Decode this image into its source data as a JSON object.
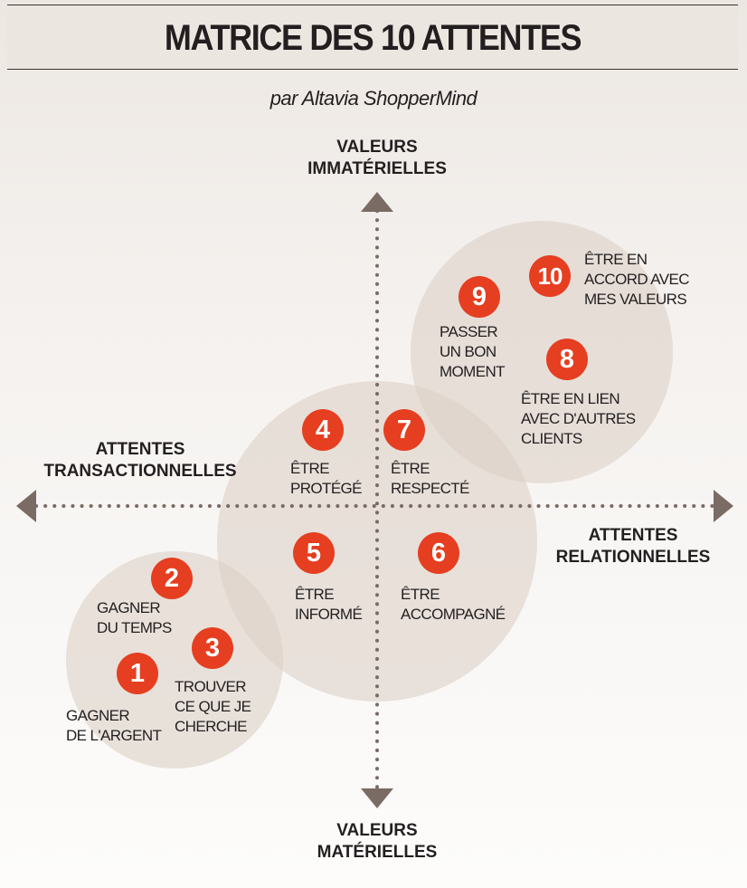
{
  "title": "MATRICE DES 10 ATTENTES",
  "subtitle": "par Altavia ShopperMind",
  "axes": {
    "top": "VALEURS\nIMMATÉRIELLES",
    "bottom": "VALEURS\nMATÉRIELLES",
    "left": "ATTENTES\nTRANSACTIONNELLES",
    "right": "ATTENTES\nRELATIONNELLES"
  },
  "items": [
    {
      "number": "1",
      "label": "GAGNER\nDE L'ARGENT"
    },
    {
      "number": "2",
      "label": "GAGNER\nDU TEMPS"
    },
    {
      "number": "3",
      "label": "TROUVER\nCE QUE JE\nCHERCHE"
    },
    {
      "number": "4",
      "label": "ÊTRE\nPROTÉGÉ"
    },
    {
      "number": "5",
      "label": "ÊTRE\nINFORMÉ"
    },
    {
      "number": "6",
      "label": "ÊTRE\nACCOMPAGNÉ"
    },
    {
      "number": "7",
      "label": "ÊTRE\nRESPECTÉ"
    },
    {
      "number": "8",
      "label": "ÊTRE EN LIEN\nAVEC D'AUTRES\nCLIENTS"
    },
    {
      "number": "9",
      "label": "PASSER\nUN BON\nMOMENT"
    },
    {
      "number": "10",
      "label": "ÊTRE EN\nACCORD AVEC\nMES VALEURS"
    }
  ],
  "colors": {
    "badge": "#e63e20",
    "axis": "#7a6b64",
    "circle": "#dcd0c6"
  }
}
